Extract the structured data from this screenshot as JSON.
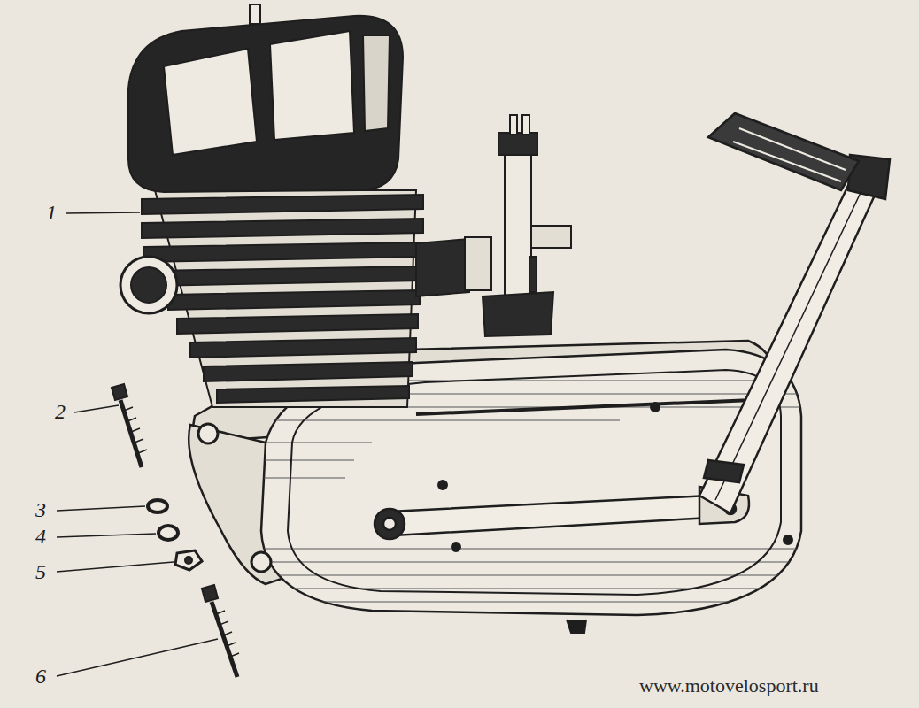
{
  "diagram": {
    "labels": [
      "1",
      "2",
      "3",
      "4",
      "5",
      "6",
      "www.motovelosport.ru"
    ]
  }
}
